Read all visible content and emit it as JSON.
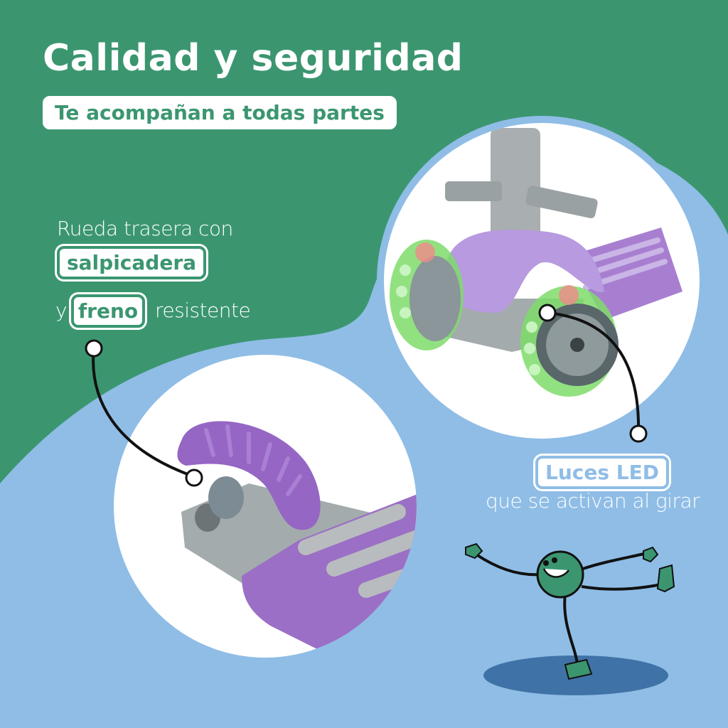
{
  "header": {
    "title": "Calidad y seguridad",
    "subtitle": "Te acompañan a todas partes"
  },
  "features": {
    "rear_line1": "Rueda trasera con",
    "rear_highlight1": "salpicadera",
    "rear_prefix2": "y",
    "rear_highlight2": "freno",
    "rear_suffix2": "resistente",
    "led_highlight": "Luces LED",
    "led_caption": "que se activan al girar"
  },
  "colors": {
    "green": "#3b9670",
    "blue": "#8fbde6",
    "purple": "#a87fd0",
    "gray": "#9ea5a6"
  }
}
